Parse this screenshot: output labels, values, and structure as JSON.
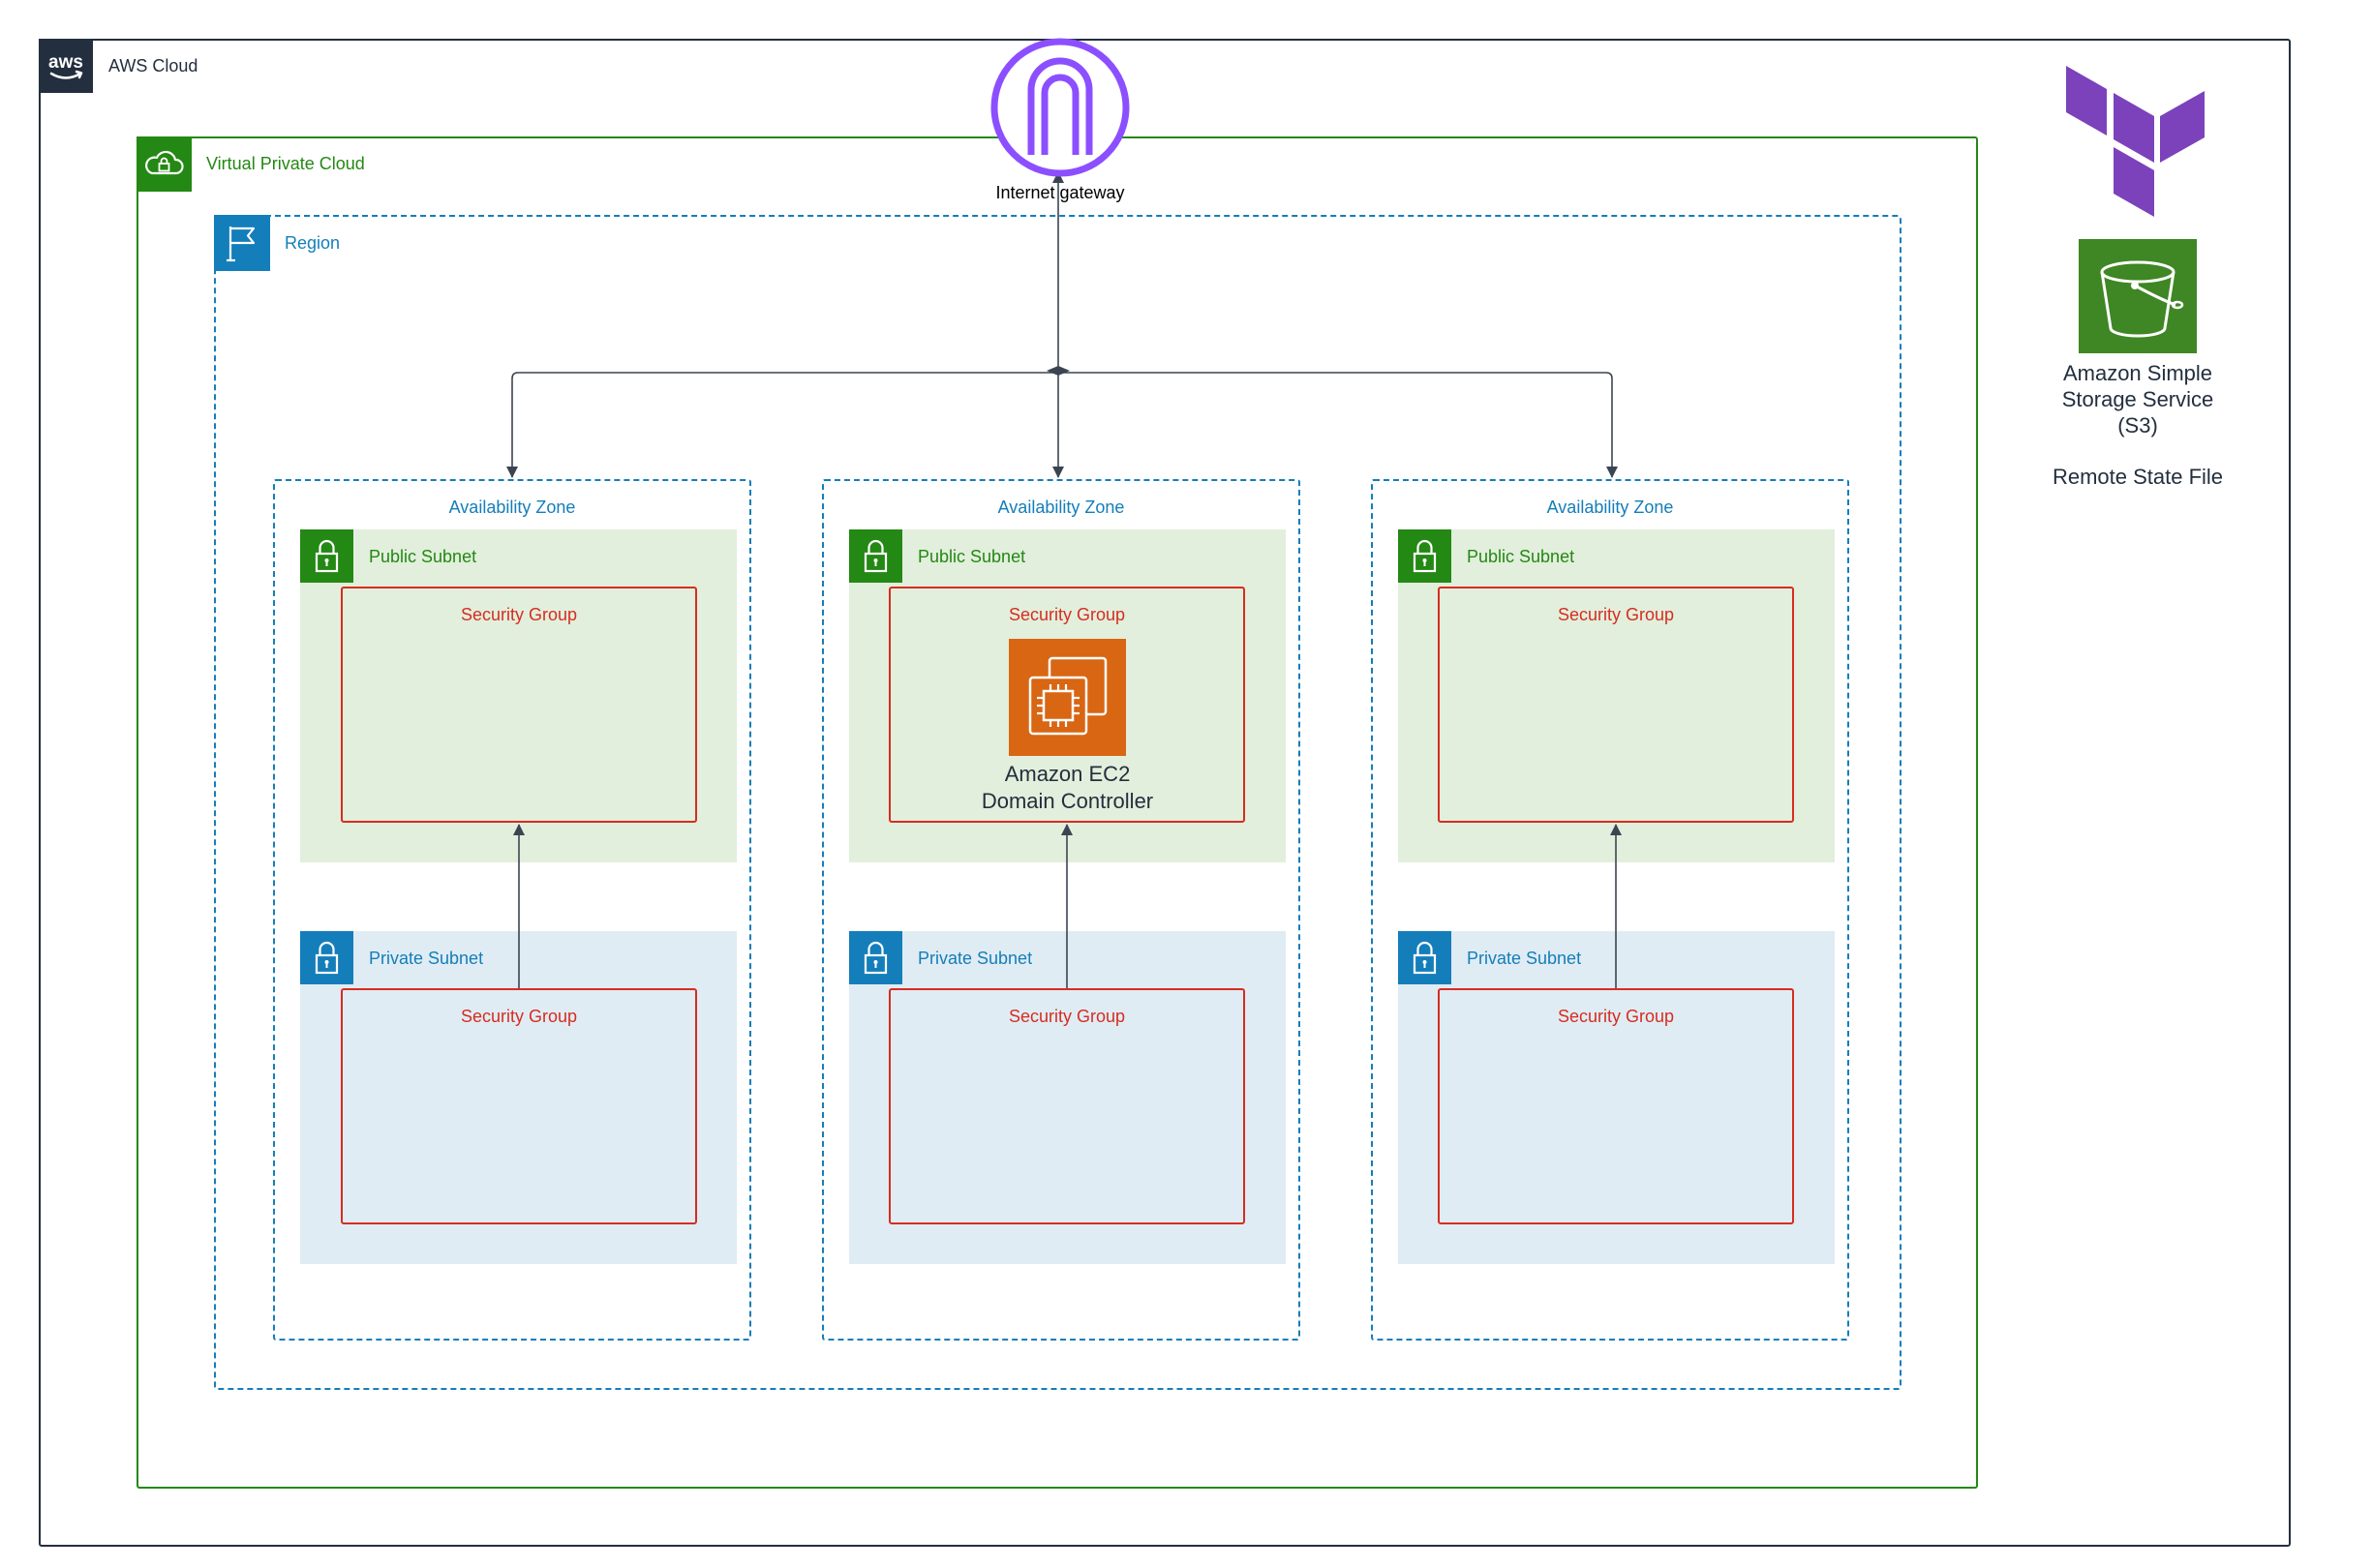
{
  "aws_cloud": {
    "label": "AWS Cloud",
    "icon": "aws-logo-icon"
  },
  "vpc": {
    "label": "Virtual Private Cloud",
    "icon": "cloud-lock-icon"
  },
  "region": {
    "label": "Region",
    "icon": "flag-icon"
  },
  "internet_gateway": {
    "label": "Internet gateway",
    "icon": "internet-gateway-icon"
  },
  "availability_zones": [
    {
      "label": "Availability Zone",
      "public_subnet": {
        "label": "Public Subnet",
        "icon": "padlock-icon",
        "security_group": {
          "label": "Security Group"
        }
      },
      "private_subnet": {
        "label": "Private Subnet",
        "icon": "padlock-icon",
        "security_group": {
          "label": "Security Group"
        }
      }
    },
    {
      "label": "Availability Zone",
      "public_subnet": {
        "label": "Public Subnet",
        "icon": "padlock-icon",
        "security_group": {
          "label": "Security Group",
          "instance": {
            "line1": "Amazon EC2",
            "line2": "Domain Controller",
            "icon": "ec2-chip-icon"
          }
        }
      },
      "private_subnet": {
        "label": "Private Subnet",
        "icon": "padlock-icon",
        "security_group": {
          "label": "Security Group"
        }
      }
    },
    {
      "label": "Availability Zone",
      "public_subnet": {
        "label": "Public Subnet",
        "icon": "padlock-icon",
        "security_group": {
          "label": "Security Group"
        }
      },
      "private_subnet": {
        "label": "Private Subnet",
        "icon": "padlock-icon",
        "security_group": {
          "label": "Security Group"
        }
      }
    }
  ],
  "s3": {
    "line1": "Amazon Simple",
    "line2": "Storage Service",
    "line3": "(S3)",
    "state_file": "Remote State File",
    "icon": "s3-bucket-icon"
  },
  "terraform": {
    "icon": "terraform-logo-icon"
  },
  "colors": {
    "aws_dark": "#232f3e",
    "vpc_green": "#248814",
    "region_blue": "#147eba",
    "security_red": "#d62d20",
    "public_fill": "#e2efdc",
    "private_fill": "#e0ecf4",
    "ec2_orange": "#d86613",
    "s3_green": "#3f8624",
    "terraform_purple": "#7b42bc",
    "igw_purple": "#8c4fff"
  }
}
